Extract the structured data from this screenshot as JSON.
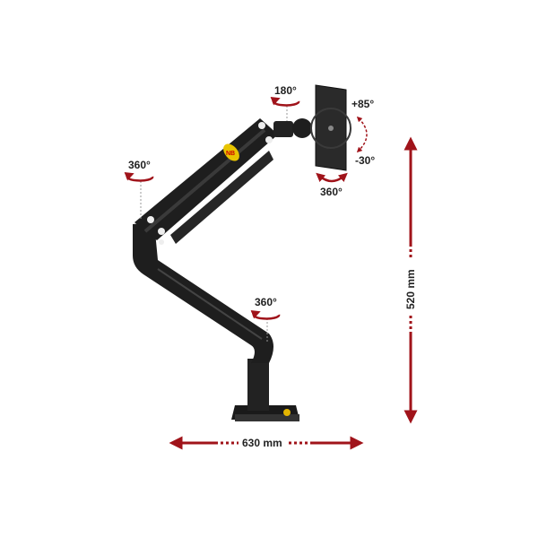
{
  "product": {
    "logo_text": "NB"
  },
  "labels": {
    "base_rotation": "360°",
    "elbow_rotation": "360°",
    "head_swivel": "180°",
    "tilt_up": "+85°",
    "tilt_down": "-30°",
    "screen_rotation": "360°"
  },
  "dimensions": {
    "height": "520 mm",
    "reach": "630 mm"
  },
  "colors": {
    "arrow": "#a0131a",
    "arm": "#1e1e1e"
  }
}
